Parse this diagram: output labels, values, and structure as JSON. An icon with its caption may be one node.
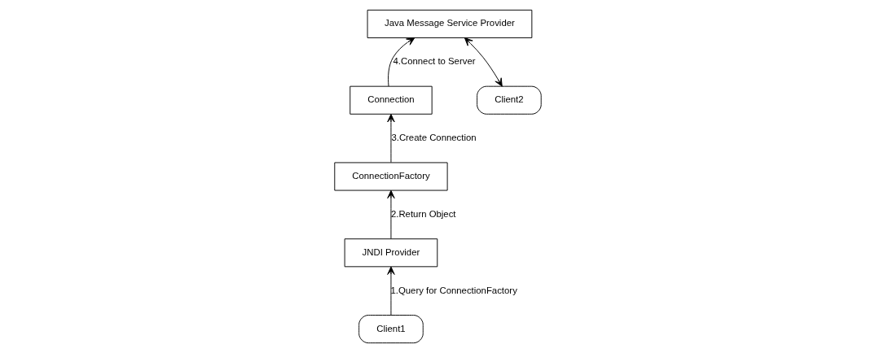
{
  "diagram": {
    "nodes": [
      {
        "text": [
          "Java Message Service Provider"
        ]
      },
      {
        "text": [
          "Client1"
        ]
      },
      {
        "text": [
          "Connection"
        ]
      },
      {
        "text": [
          "ConnectionFactory"
        ]
      },
      {
        "text": [
          "Client2"
        ]
      },
      {
        "text": [
          "JNDI Provider"
        ]
      }
    ],
    "edges": [
      {
        "from": 4,
        "to": 0,
        "arrow": "both"
      },
      {
        "from": 2,
        "to": 0,
        "arrow": "to",
        "label": "4.Connect to Server"
      },
      {
        "from": 3,
        "to": 2,
        "arrow": "to",
        "label": "3.Create Connection"
      },
      {
        "from": 5,
        "to": 3,
        "arrow": "to",
        "label": "2.Return Object"
      },
      {
        "from": 1,
        "to": 5,
        "arrow": "to",
        "label": "1.Query for ConnectionFactory"
      }
    ]
  }
}
